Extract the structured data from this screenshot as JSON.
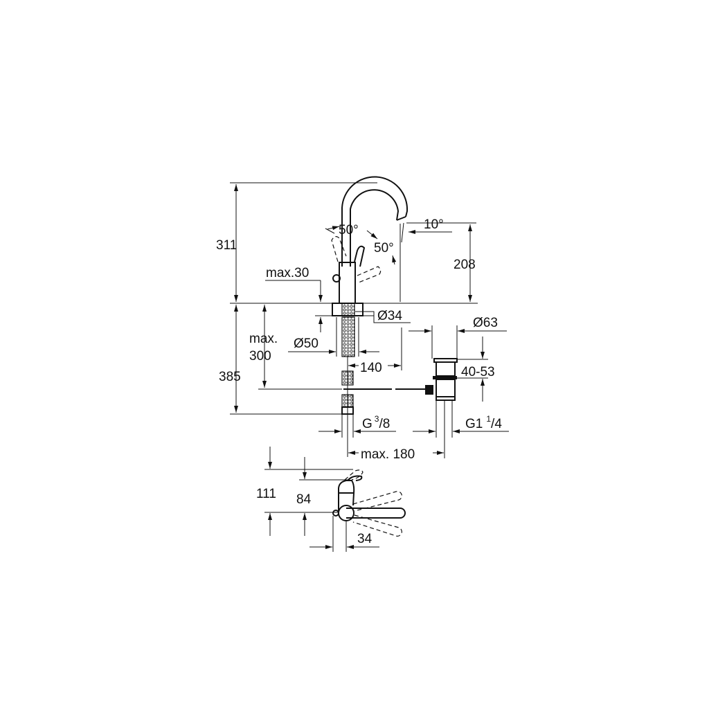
{
  "side_view": {
    "height_total": "311",
    "height_outlet": "208",
    "depth_total": "385",
    "angle_spout": "10°",
    "angle_lever_left": "50°",
    "angle_lever_right": "50°",
    "max_deck_thickness": "max.30",
    "shank_diameter": "Ø34",
    "hole_diameter": "Ø50",
    "max_label": "max.",
    "max_value": "300",
    "reach": "140",
    "drain_diameter": "Ø63",
    "drain_range": "40-53",
    "connection_g": "G",
    "connection_num": "3",
    "connection_den": "/8",
    "drain_thread": "G1",
    "drain_thread_num": "1",
    "drain_thread_den": "/4",
    "max_distance": "max. 180"
  },
  "top_view": {
    "height_a": "111",
    "height_b": "84",
    "width": "34"
  }
}
